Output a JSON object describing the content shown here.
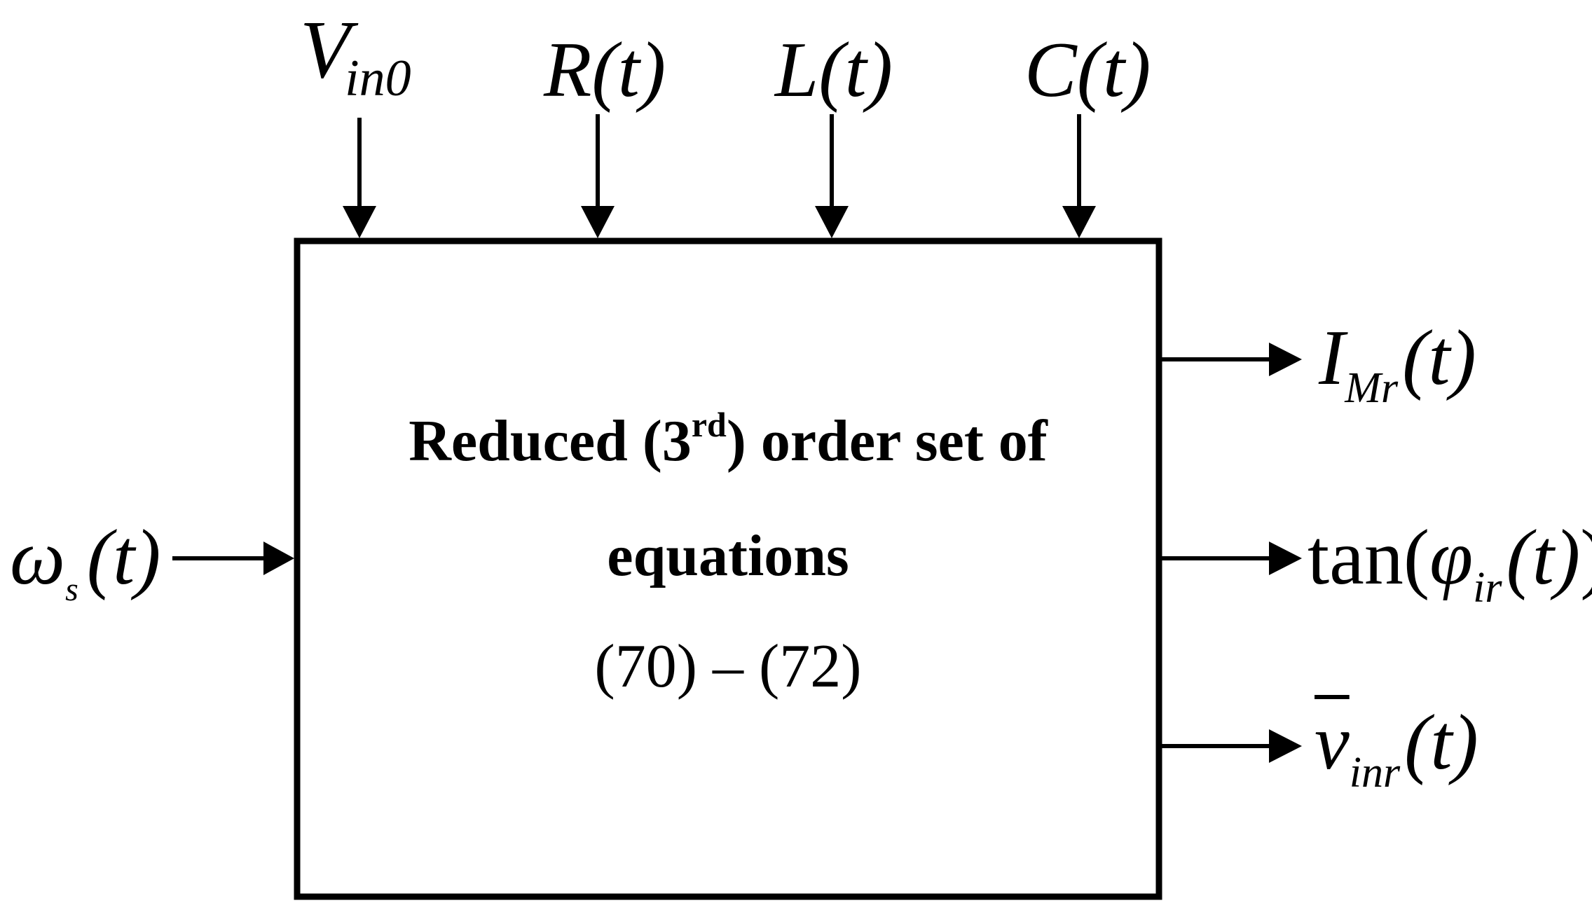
{
  "block": {
    "line1_pre": "Reduced (3",
    "line1_sup": "rd",
    "line1_post": ") order set of",
    "line2": "equations",
    "line3": "(70) – (72)"
  },
  "inputs_top": [
    {
      "symbol": "V",
      "subscript": "in0",
      "args": ""
    },
    {
      "symbol": "R",
      "subscript": "",
      "args": "(t)"
    },
    {
      "symbol": "L",
      "subscript": "",
      "args": "(t)"
    },
    {
      "symbol": "C",
      "subscript": "",
      "args": "(t)"
    }
  ],
  "input_left": {
    "symbol": "ω",
    "subscript": "s",
    "args": "(t)"
  },
  "outputs": [
    {
      "prefix": "",
      "symbol": "I",
      "subscript": "Mr",
      "args": "(t)",
      "suffix": ""
    },
    {
      "prefix": "tan(",
      "symbol": "φ",
      "subscript": "ir",
      "args": "(t)",
      "suffix": ")"
    },
    {
      "prefix": "",
      "symbol": "v",
      "subscript": "inr",
      "args": "(t)",
      "suffix": "",
      "overline": true
    }
  ]
}
